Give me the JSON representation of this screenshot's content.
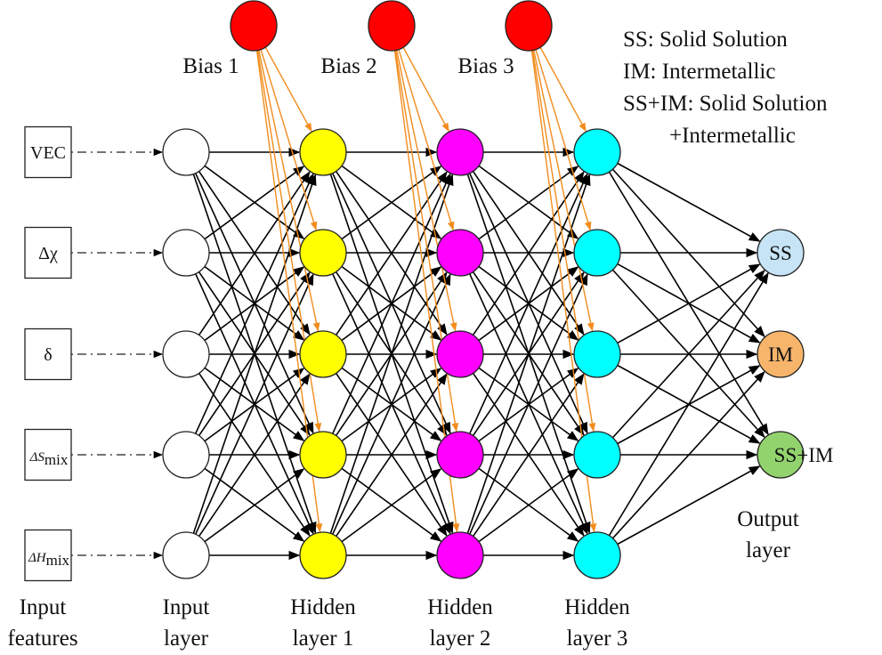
{
  "title": "Neural network architecture for phase classification",
  "input_features": [
    {
      "label": "VEC",
      "kind": "plain"
    },
    {
      "label": "Δχ",
      "kind": "plain"
    },
    {
      "label": "δ",
      "kind": "plain"
    },
    {
      "label": "ΔS",
      "sub": "mix",
      "kind": "sub"
    },
    {
      "label": "ΔH",
      "sub": "mix",
      "kind": "sub"
    }
  ],
  "layers": [
    {
      "name": "input",
      "label": [
        "Input",
        "layer"
      ],
      "color": "#ffffff",
      "nodes": 5
    },
    {
      "name": "hidden1",
      "label": [
        "Hidden",
        "layer 1"
      ],
      "color": "#ffff00",
      "nodes": 5
    },
    {
      "name": "hidden2",
      "label": [
        "Hidden",
        "layer 2"
      ],
      "color": "#ff00ff",
      "nodes": 5
    },
    {
      "name": "hidden3",
      "label": [
        "Hidden",
        "layer 3"
      ],
      "color": "#00ffff",
      "nodes": 5
    }
  ],
  "input_features_label": [
    "Input",
    "features"
  ],
  "biases": [
    {
      "label": "Bias 1",
      "color": "#ff0000",
      "targets": "hidden1"
    },
    {
      "label": "Bias 2",
      "color": "#ff0000",
      "targets": "hidden2"
    },
    {
      "label": "Bias 3",
      "color": "#ff0000",
      "targets": "hidden3"
    }
  ],
  "bias_edge_color": "#f28c1e",
  "outputs": [
    {
      "label": "SS",
      "color": "#c6e4f5"
    },
    {
      "label": "IM",
      "color": "#f7b56c"
    },
    {
      "label": "SS+IM",
      "color": "#92d36e"
    }
  ],
  "output_layer_label": [
    "Output",
    "layer"
  ],
  "legend": [
    "SS: Solid Solution",
    "IM: Intermetallic",
    "SS+IM: Solid Solution",
    "+Intermetallic"
  ]
}
